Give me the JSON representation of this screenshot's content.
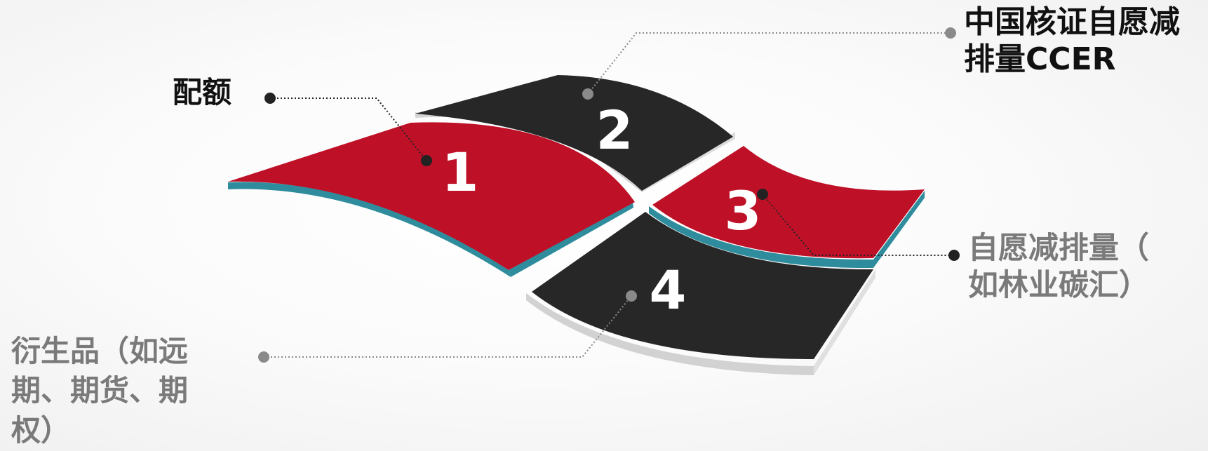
{
  "diagram": {
    "segments": [
      {
        "number": "1",
        "label": "配额"
      },
      {
        "number": "2",
        "label": "中国核证自愿减\n排量CCER"
      },
      {
        "number": "3",
        "label": "自愿减排量（\n如林业碳汇）"
      },
      {
        "number": "4",
        "label": "衍生品（如远\n期、期货、期\n权）"
      }
    ]
  },
  "colors": {
    "red": "#be1128",
    "black": "#272727",
    "teal": "#2e8c9c",
    "shadow": "#d6d6d6",
    "connector_dark": "#222222",
    "connector_gray": "#8a8a8a",
    "label_dark": "#111111",
    "label_gray": "#7a7a7a"
  }
}
